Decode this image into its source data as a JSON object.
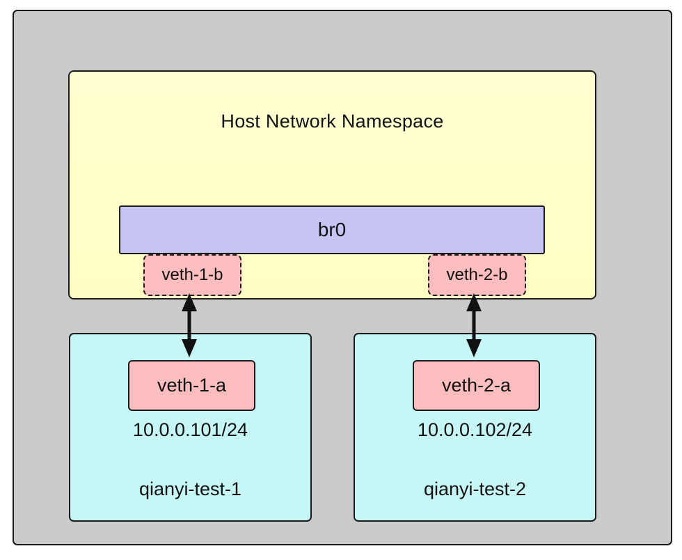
{
  "diagram": {
    "host_namespace": {
      "title": "Host Network Namespace",
      "bridge_label": "br0",
      "ports": [
        {
          "label": "veth-1-b"
        },
        {
          "label": "veth-2-b"
        }
      ]
    },
    "namespaces": [
      {
        "interface": "veth-1-a",
        "ip": "10.0.0.101/24",
        "name": "qianyi-test-1"
      },
      {
        "interface": "veth-2-a",
        "ip": "10.0.0.102/24",
        "name": "qianyi-test-2"
      }
    ],
    "links": [
      {
        "from": "veth-1-b",
        "to": "veth-1-a",
        "style": "double-arrow"
      },
      {
        "from": "veth-2-b",
        "to": "veth-2-a",
        "style": "double-arrow"
      }
    ],
    "colors": {
      "outer_frame": "#cbcbcb",
      "host_namespace_fill": "#ffffc9",
      "bridge_fill": "#c6c5f4",
      "veth_fill": "#fbbdbd",
      "namespace_fill": "#c7f6f6",
      "border": "#1a1a1a",
      "arrow": "#111111"
    }
  }
}
